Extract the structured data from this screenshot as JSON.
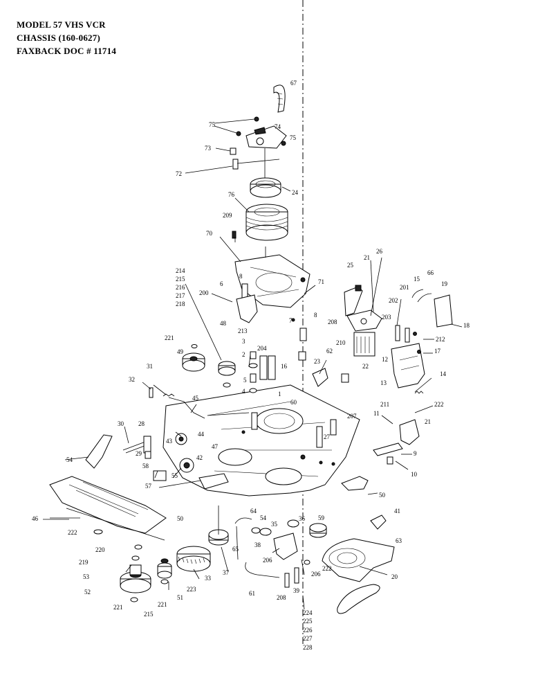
{
  "header": {
    "model": "MODEL 57 VHS VCR",
    "chassis": "CHASSIS  (160-0627)",
    "faxback": "FAXBACK DOC # 11714"
  },
  "callouts": {
    "c67": "67",
    "c75a": "75",
    "c74": "74",
    "c75b": "75",
    "c73": "73",
    "c72": "72",
    "c24": "24",
    "c76": "76",
    "c209": "209",
    "c70": "70",
    "c214": "214",
    "c215": "215",
    "c216": "216",
    "c217": "217",
    "c218": "218",
    "c8a": "8",
    "c6": "6",
    "c200": "200",
    "c71": "71",
    "c25": "25",
    "c21": "21",
    "c26": "26",
    "c201": "201",
    "c15": "15",
    "c66": "66",
    "c19": "19",
    "c202": "202",
    "c203": "203",
    "c18": "18",
    "c212": "212",
    "c17": "17",
    "c12": "12",
    "c13": "13",
    "c14": "14",
    "c8b": "8",
    "c7": "7",
    "c208a": "208",
    "c210": "210",
    "c22": "22",
    "c23": "23",
    "c62": "62",
    "c221a": "221",
    "c48": "48",
    "c213": "213",
    "c3": "3",
    "c204": "204",
    "c2": "2",
    "c16": "16",
    "c5": "5",
    "c4": "4",
    "c49": "49",
    "c31": "31",
    "c32": "32",
    "c45": "45",
    "c1": "1",
    "c60": "60",
    "c211": "211",
    "c222a": "222",
    "c207": "207",
    "c11": "11",
    "c21b": "21",
    "c9": "9",
    "c10": "10",
    "c30": "30",
    "c28": "28",
    "c43": "43",
    "c44": "44",
    "c47": "47",
    "c42": "42",
    "c27": "27",
    "c29": "29",
    "c58": "58",
    "c54": "54",
    "c55": "55",
    "c57": "57",
    "c50a": "50",
    "c50b": "50",
    "c46": "46",
    "c64": "64",
    "c54b": "54",
    "c35": "35",
    "c36": "36",
    "c59": "59",
    "c41": "41",
    "c63": "63",
    "c222b": "222",
    "c220": "220",
    "c219": "219",
    "c53": "53",
    "c52": "52",
    "c221b": "221",
    "c215b": "215",
    "c221c": "221",
    "c51": "51",
    "c223": "223",
    "c33": "33",
    "c37": "37",
    "c65": "65",
    "c38": "38",
    "c206a": "206",
    "c206b": "206",
    "c222c": "222",
    "c61": "61",
    "c208b": "208",
    "c39": "39",
    "c20": "20",
    "c224": "224",
    "c225": "225",
    "c226": "226",
    "c227": "227",
    "c228": "228"
  }
}
